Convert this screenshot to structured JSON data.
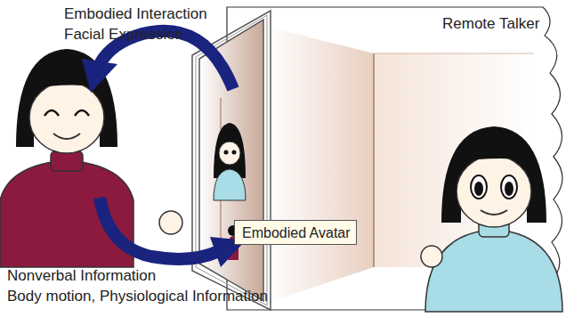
{
  "diagram": {
    "nodes": [
      {
        "text": [
          "Embodied Avatar"
        ]
      }
    ],
    "labels": [
      "Embodied Interaction",
      "Facial Expression",
      "Remote Talker",
      "Nonverbal Information",
      "Body motion, Physiological Information"
    ]
  }
}
